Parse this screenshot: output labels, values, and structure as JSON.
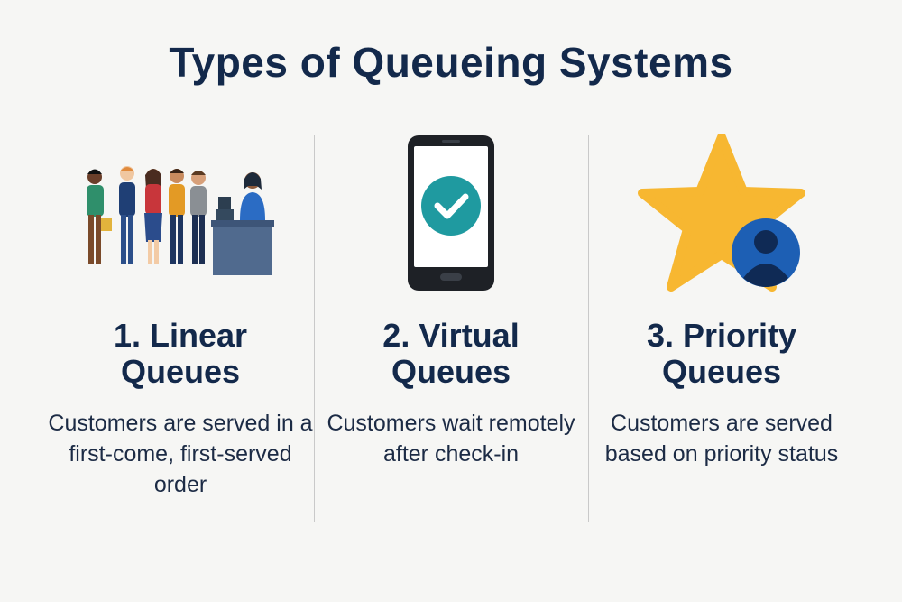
{
  "title": "Types of Queueing Systems",
  "columns": [
    {
      "heading_line1": "1. Linear",
      "heading_line2": "Queues",
      "description": "Customers are served in a first-come, first-served order",
      "icon": "people-in-line-icon"
    },
    {
      "heading_line1": "2. Virtual",
      "heading_line2": "Queues",
      "description": "Customers wait remotely after check-in",
      "icon": "smartphone-checkmark-icon"
    },
    {
      "heading_line1": "3. Priority",
      "heading_line2": "Queues",
      "description": "Customers are served based on priority status",
      "icon": "star-user-icon"
    }
  ],
  "colors": {
    "title": "#13294b",
    "accent_teal": "#1f9aa0",
    "star": "#f7b731",
    "user_badge": "#1d5fb4"
  }
}
